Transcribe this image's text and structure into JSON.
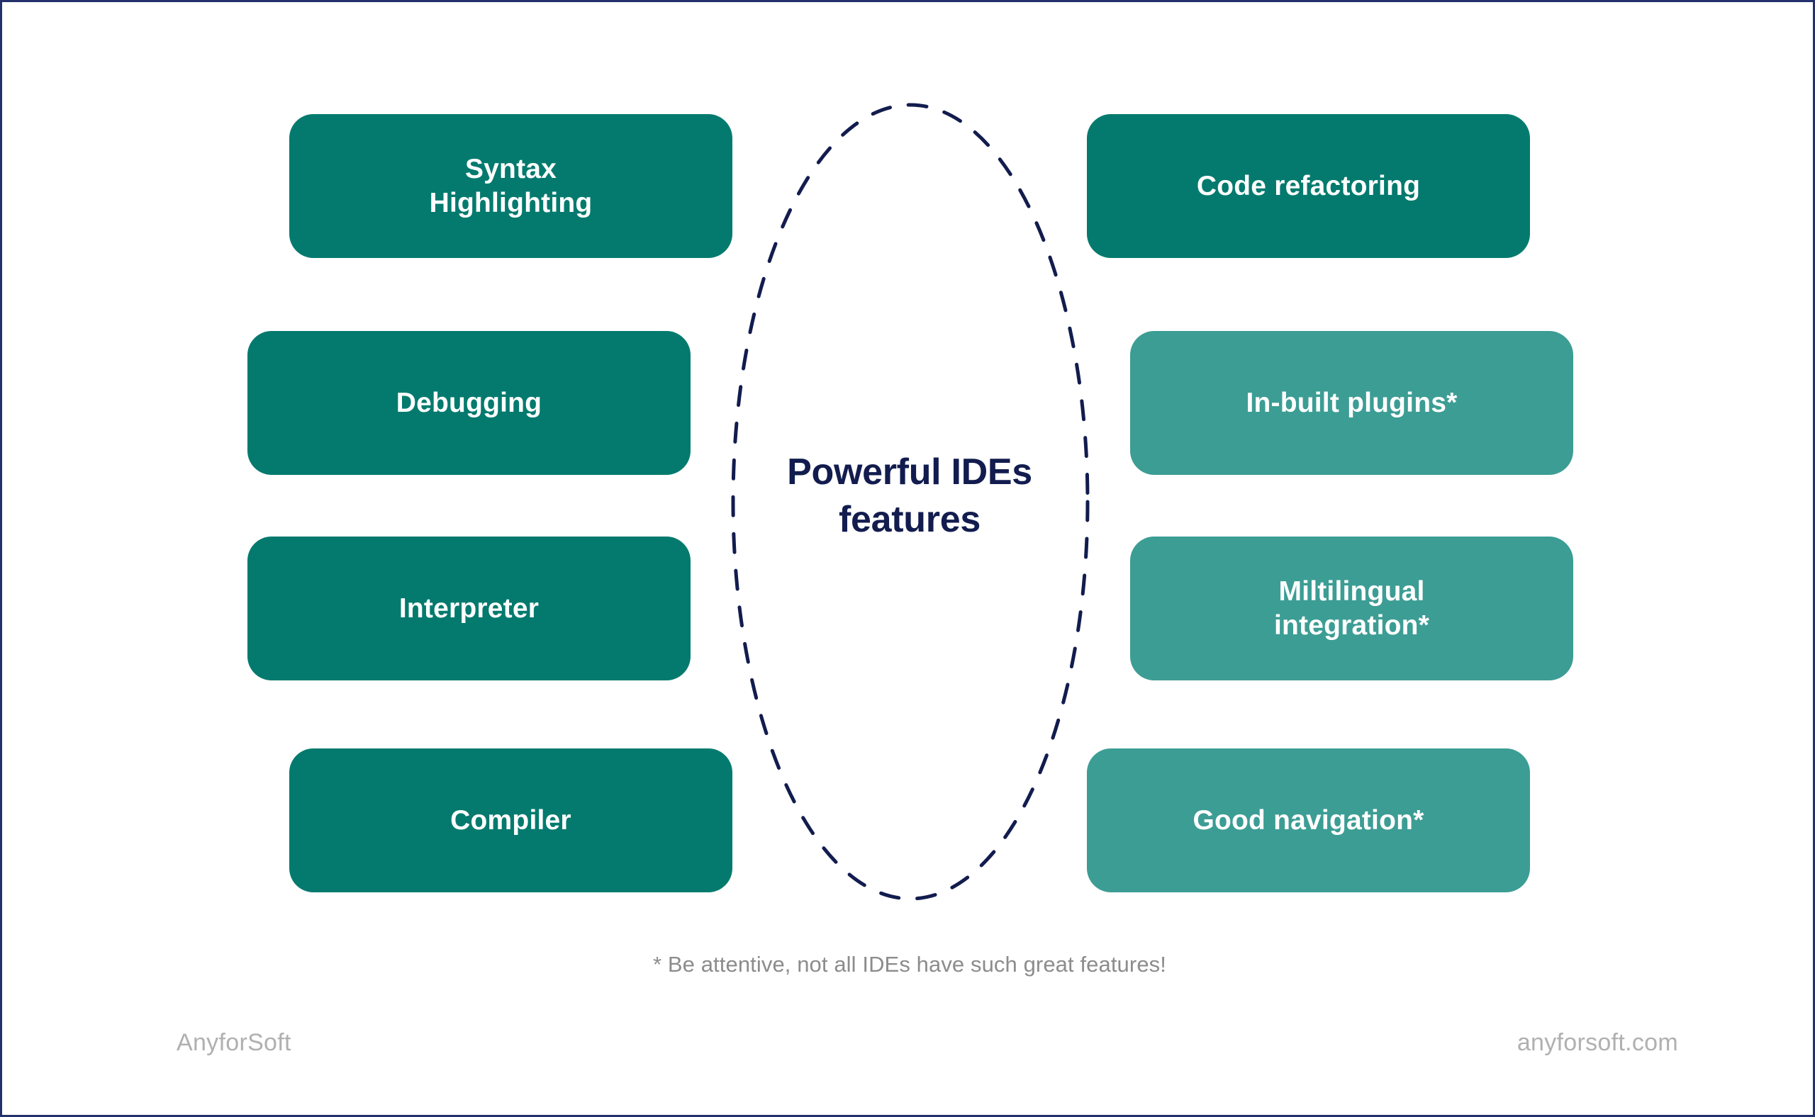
{
  "page": {
    "background_color": "#ffffff",
    "border_color": "#23306b"
  },
  "palette": {
    "teal_dark": "#047a6e",
    "teal_light": "#3c9d94",
    "navy": "#121c4e",
    "gray_text": "#8c8c8c",
    "gray_footer": "#b0b0b0",
    "white": "#ffffff"
  },
  "diagram": {
    "type": "mind-map",
    "center_title": "Powerful IDEs\nfeatures",
    "center_title_line1": "Powerful IDEs",
    "center_title_line2": "features",
    "connector": {
      "shape": "dashed-ellipse",
      "color": "#121c4e",
      "style": "dashed"
    },
    "left_nodes": [
      {
        "label": "Syntax\nHighlighting",
        "line1": "Syntax",
        "line2": "Highlighting",
        "tone": "dark",
        "color": "#047a6e"
      },
      {
        "label": "Debugging",
        "line1": "Debugging",
        "line2": "",
        "tone": "dark",
        "color": "#047a6e"
      },
      {
        "label": "Interpreter",
        "line1": "Interpreter",
        "line2": "",
        "tone": "dark",
        "color": "#047a6e"
      },
      {
        "label": "Compiler",
        "line1": "Compiler",
        "line2": "",
        "tone": "dark",
        "color": "#047a6e"
      }
    ],
    "right_nodes": [
      {
        "label": "Code refactoring",
        "line1": "Code refactoring",
        "line2": "",
        "tone": "dark",
        "color": "#047a6e"
      },
      {
        "label": "In-built plugins*",
        "line1": "In-built plugins*",
        "line2": "",
        "tone": "light",
        "color": "#3c9d94"
      },
      {
        "label": "Miltilingual\nintegration*",
        "line1": "Miltilingual",
        "line2": "integration*",
        "tone": "light",
        "color": "#3c9d94"
      },
      {
        "label": "Good navigation*",
        "line1": "Good navigation*",
        "line2": "",
        "tone": "light",
        "color": "#3c9d94"
      }
    ]
  },
  "footnote": "* Be attentive, not all IDEs have such great features!",
  "footer": {
    "brand": "AnyforSoft",
    "url": "anyforsoft.com"
  }
}
